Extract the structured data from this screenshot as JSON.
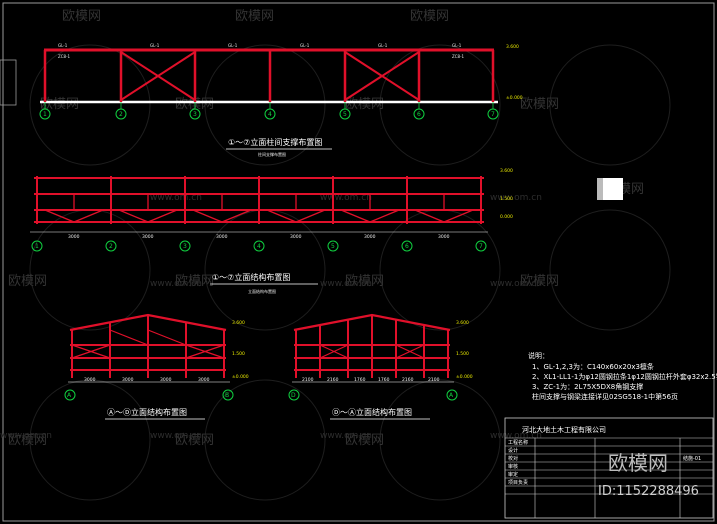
{
  "watermark": {
    "brand": "欧模网",
    "url": "www.om.cn"
  },
  "views": {
    "view1": {
      "title": "①～⑦立面柱间支撑布置图",
      "subtitle": "柱间支撑布置图",
      "axes": [
        "1",
        "2",
        "3",
        "4",
        "5",
        "6",
        "7"
      ],
      "beam_labels": [
        "GL-1",
        "GL-1",
        "GL-1",
        "GL-1",
        "GL-1",
        "GL-1"
      ],
      "beam_sublabels": [
        "ZC8-1",
        "ZC8-1"
      ],
      "elev_top": "3.600",
      "elev_bottom": "±0.000"
    },
    "view2": {
      "title": "①～⑦立面结构布置图",
      "subtitle": "立面结构布置图",
      "axes": [
        "1",
        "2",
        "3",
        "4",
        "5",
        "6",
        "7"
      ],
      "spans": [
        "3000",
        "3000",
        "3000",
        "3000",
        "3000",
        "3000"
      ],
      "elevs": [
        "3.600",
        "1.500",
        "0.000"
      ]
    },
    "view3": {
      "title": "Ⓐ～Ⓓ立面结构布置图",
      "axes": [
        "A",
        "B"
      ],
      "spans": [
        "3000",
        "3000",
        "3000",
        "3000"
      ],
      "elevs": [
        "3.600",
        "1.500",
        "±0.000"
      ]
    },
    "view4": {
      "title": "Ⓓ～Ⓐ立面结构布置图",
      "axes": [
        "D",
        "A"
      ],
      "spans": [
        "2100",
        "2160",
        "1760",
        "1760",
        "2160",
        "2100"
      ],
      "elevs": [
        "3.600",
        "1.500",
        "±0.000"
      ]
    }
  },
  "notes": {
    "heading": "说明：",
    "lines": [
      "1、GL-1,2,3为：C140x60x20x3檩条",
      "2、XL1-LL1-1为φ12圆钢拉条1φ12圆钢拉杆外套φ32x2.5钢管",
      "3、ZC-1为：2L75X5DX8角钢支撑",
      "柱间支撑与钢梁连接详见02SG518-1中第56页"
    ]
  },
  "title_block": {
    "company": "河北大地土木工程有限公司",
    "drawing_no": "ID:1152288496",
    "brand": "欧模网",
    "rows": [
      "工程名称",
      "设计",
      "校对",
      "审核",
      "审定",
      "项目负责"
    ],
    "sheet": "结施-01"
  }
}
